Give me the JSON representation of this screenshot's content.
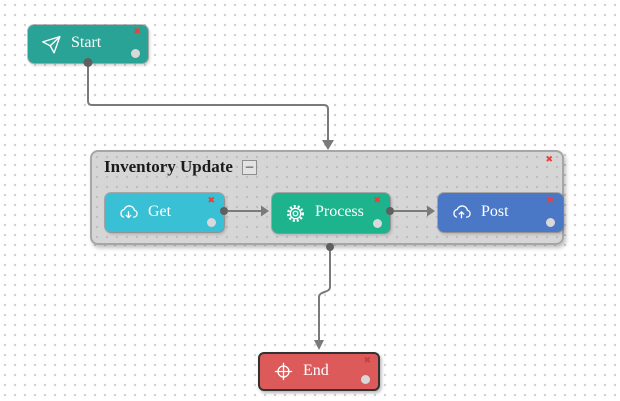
{
  "group": {
    "title": "Inventory Update",
    "collapse_label": "−",
    "close_label": "✖"
  },
  "nodes": {
    "start": {
      "label": "Start",
      "icon": "send-icon",
      "color": "#2aa397",
      "close_label": "✖"
    },
    "get": {
      "label": "Get",
      "icon": "cloud-download-icon",
      "color": "#3ac0d4",
      "close_label": "✖"
    },
    "process": {
      "label": "Process",
      "icon": "gear-icon",
      "color": "#1db38d",
      "close_label": "✖"
    },
    "post": {
      "label": "Post",
      "icon": "cloud-upload-icon",
      "color": "#4b78c6",
      "close_label": "✖"
    },
    "end": {
      "label": "End",
      "icon": "target-icon",
      "color": "#dc5a5a",
      "close_label": "✖"
    }
  },
  "edges": [
    {
      "from": "start",
      "to": "inventory-update-group"
    },
    {
      "from": "get",
      "to": "process"
    },
    {
      "from": "process",
      "to": "post"
    },
    {
      "from": "inventory-update-group",
      "to": "end"
    }
  ],
  "colors": {
    "edge": "#7a7a7a",
    "anchor": "#5f5f5f",
    "close": "#e8403a",
    "close_on_red": "#c93f3b",
    "group_bg": "#d6d6d6",
    "group_border": "#a6a6a6",
    "canvas_dot": "#d0d0d0",
    "port": "#d9d9d9"
  }
}
